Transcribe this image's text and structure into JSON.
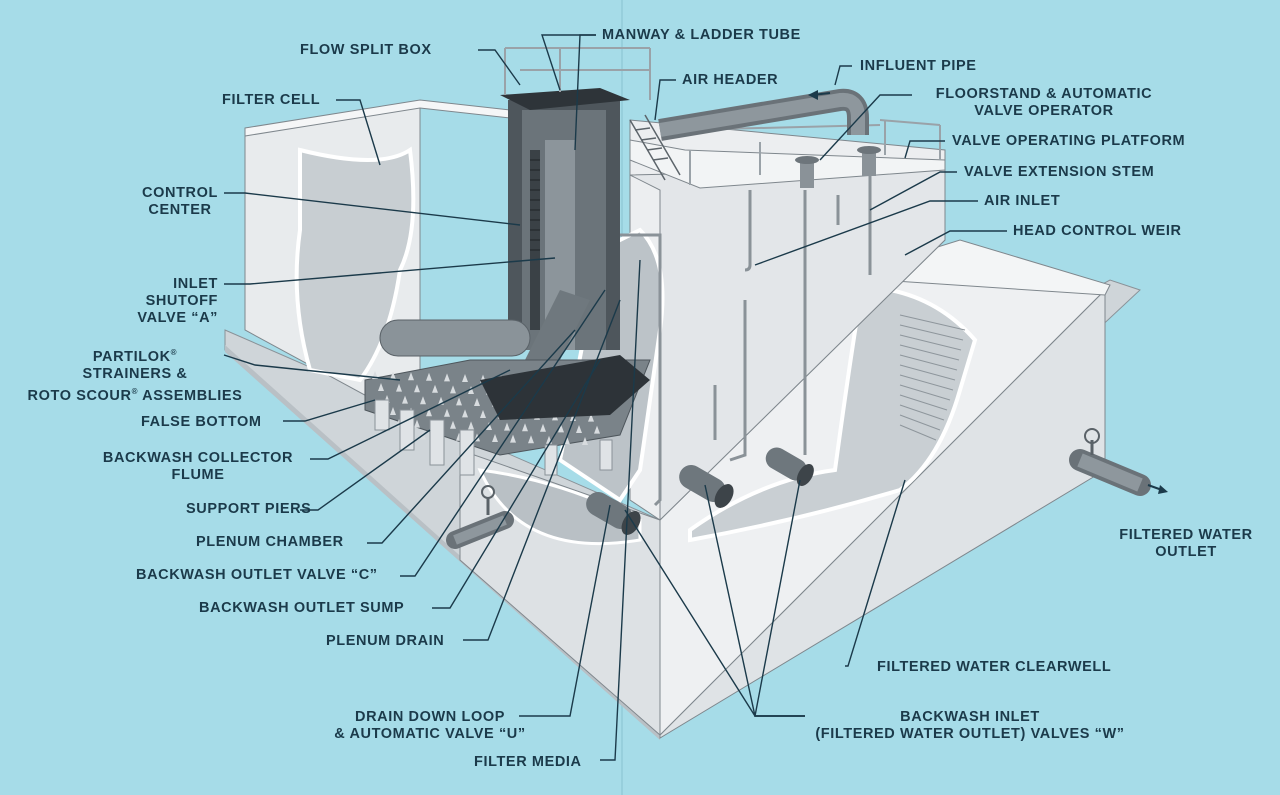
{
  "background_color": "#a6dce8",
  "structure_color": "#e6e9ec",
  "label_color": "#1b3a4a",
  "labels": {
    "flow_split_box": "FLOW SPLIT BOX",
    "manway_ladder_tube": "MANWAY & LADDER TUBE",
    "air_header": "AIR HEADER",
    "influent_pipe": "INFLUENT PIPE",
    "floorstand_1": "FLOORSTAND & AUTOMATIC",
    "floorstand_2": "VALVE OPERATOR",
    "valve_operating_platform": "VALVE OPERATING PLATFORM",
    "valve_extension_stem": "VALVE EXTENSION STEM",
    "air_inlet": "AIR INLET",
    "head_control_weir": "HEAD CONTROL WEIR",
    "filter_cell": "FILTER CELL",
    "control_center_1": "CONTROL",
    "control_center_2": "CENTER",
    "inlet_shutoff_1": "INLET",
    "inlet_shutoff_2": "SHUTOFF",
    "inlet_shutoff_3": "VALVE “A”",
    "partilok_1": "PARTILOK",
    "partilok_2": "STRAINERS &",
    "partilok_3": "ROTO SCOUR",
    "partilok_4": "ASSEMBLIES",
    "false_bottom": "FALSE BOTTOM",
    "backwash_flume_1": "BACKWASH COLLECTOR",
    "backwash_flume_2": "FLUME",
    "support_piers": "SUPPORT PIERS",
    "plenum_chamber": "PLENUM CHAMBER",
    "backwash_outlet_valve": "BACKWASH OUTLET VALVE “C”",
    "backwash_outlet_sump": "BACKWASH OUTLET SUMP",
    "plenum_drain": "PLENUM DRAIN",
    "drain_down_1": "DRAIN DOWN LOOP",
    "drain_down_2": "& AUTOMATIC VALVE “U”",
    "filter_media": "FILTER MEDIA",
    "backwash_inlet_1": "BACKWASH INLET",
    "backwash_inlet_2": "(FILTERED WATER OUTLET) VALVES “W”",
    "filtered_clearwell": "FILTERED WATER CLEARWELL",
    "filtered_outlet_1": "FILTERED WATER",
    "filtered_outlet_2": "OUTLET"
  }
}
